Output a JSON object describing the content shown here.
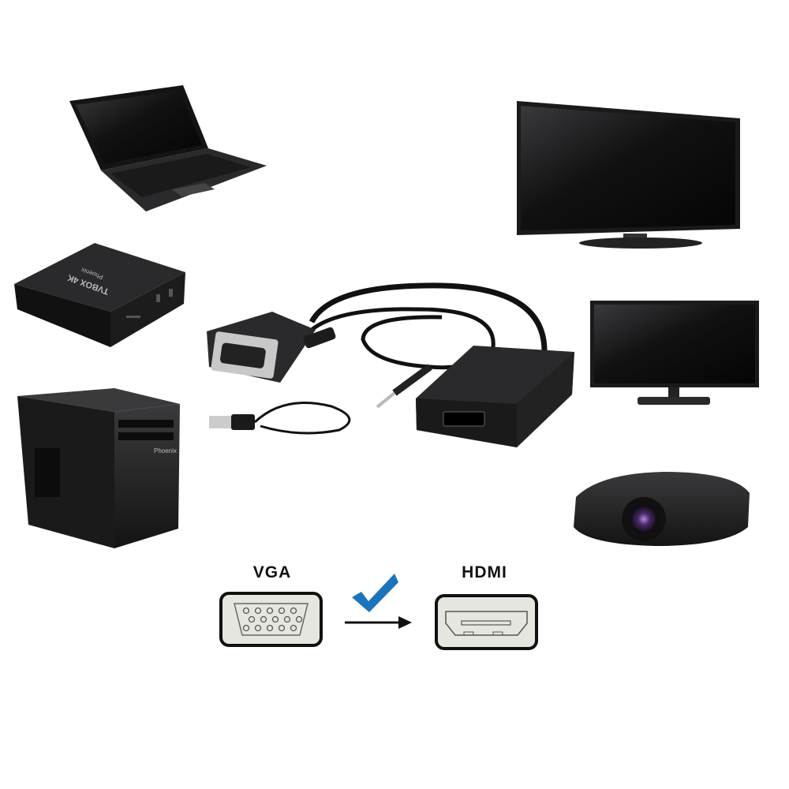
{
  "devices": {
    "box_brand": "Phoenix",
    "box_model": "TVBOX 4K",
    "tower_brand": "Phoenix"
  },
  "diagram": {
    "source_label": "VGA",
    "target_label": "HDMI",
    "check_color": "#1a75bb",
    "check_icon": "checkmark-icon",
    "arrow_icon": "arrow-right-icon"
  },
  "colors": {
    "device_body": "#1c1c1e",
    "connector_fill": "#e6e6e1"
  }
}
